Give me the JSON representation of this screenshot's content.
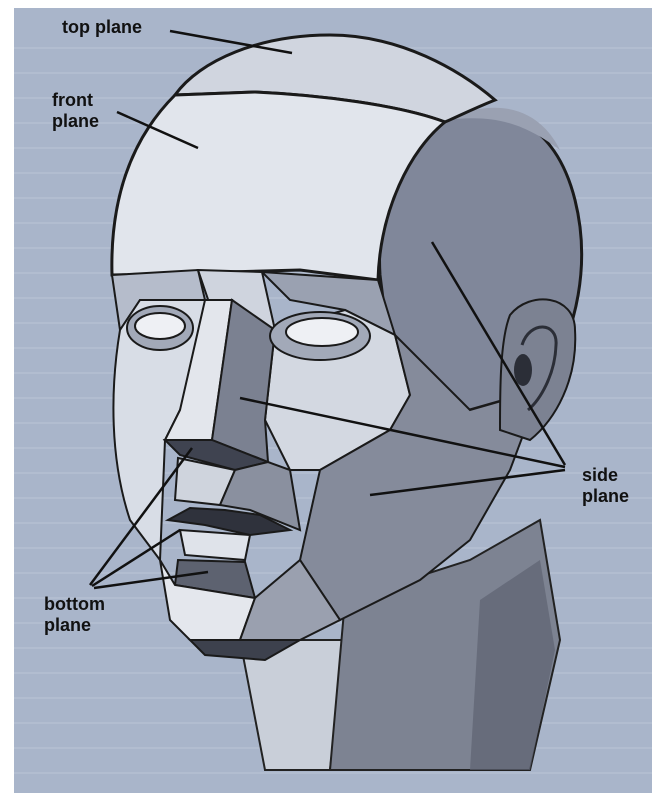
{
  "labels": {
    "top_plane": [
      "top plane"
    ],
    "front_plane": [
      "front",
      "plane"
    ],
    "side_plane": [
      "side",
      "plane"
    ],
    "bottom_plane": [
      "bottom",
      "plane"
    ]
  },
  "colors": {
    "paper": "#a8b4c9",
    "paper_light": "#b4bfd2",
    "highlight": "#dfe3ea",
    "light": "#c4cad6",
    "mid": "#8e94a3",
    "shadow": "#6f7584",
    "dark": "#4d5260",
    "ink": "#151515"
  }
}
